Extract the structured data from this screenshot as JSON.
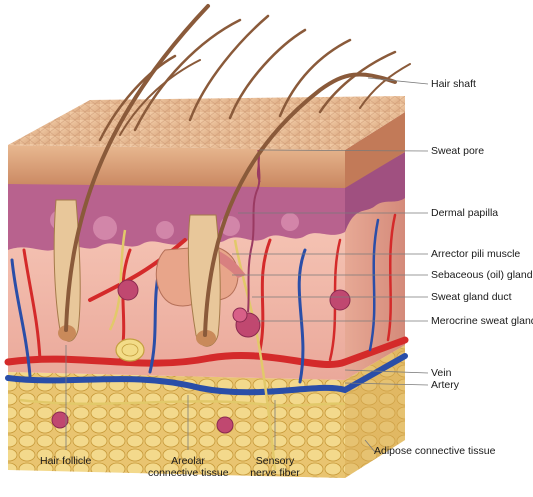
{
  "labels": {
    "hair_shaft": "Hair shaft",
    "sweat_pore": "Sweat pore",
    "dermal_papilla": "Dermal papilla",
    "arrector_pili": "Arrector pili muscle",
    "sebaceous": "Sebaceous (oil) gland",
    "sweat_duct": "Sweat gland duct",
    "merocrine": "Merocrine sweat gland",
    "vein": "Vein",
    "artery": "Artery",
    "adipose": "Adipose connective tissue",
    "hair_follicle": "Hair follicle",
    "areolar_1": "Areolar",
    "areolar_2": "connective tissue",
    "sensory_1": "Sensory",
    "sensory_2": "nerve fiber"
  },
  "colors": {
    "epidermis": "#d9a27a",
    "dermis_papillary": "#b85a8c",
    "dermis": "#f0b8a8",
    "adipose": "#e8c070",
    "artery": "#d42a2a",
    "vein": "#2a4ea8",
    "hair": "#8a5a3a",
    "nerve": "#e8d27a",
    "leader": "#7a7a7a"
  }
}
